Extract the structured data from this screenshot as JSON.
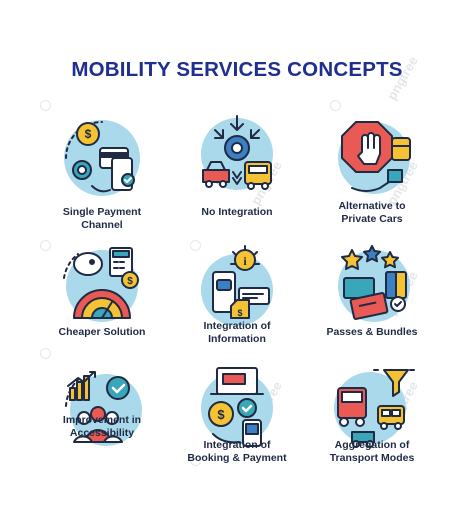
{
  "title": "MOBILITY SERVICES CONCEPTS",
  "watermark": "pngtree",
  "colors": {
    "title": "#1f2f8f",
    "outline": "#1f2a44",
    "circle": "#a9d9ea",
    "yellow": "#f4c232",
    "red": "#ea5a55",
    "teal": "#3aa6b9",
    "blue": "#3c7fc3"
  },
  "concepts": [
    {
      "label_line1": "Single Payment",
      "label_line2": "Channel",
      "icon": "payment-channel-icon"
    },
    {
      "label_line1": "No Integration",
      "label_line2": "",
      "icon": "no-integration-icon"
    },
    {
      "label_line1": "Alternative to",
      "label_line2": "Private Cars",
      "icon": "alternative-cars-icon"
    },
    {
      "label_line1": "Cheaper Solution",
      "label_line2": "",
      "icon": "cheaper-solution-icon"
    },
    {
      "label_line1": "Integration of",
      "label_line2": "Information",
      "icon": "integration-information-icon"
    },
    {
      "label_line1": "Passes & Bundles",
      "label_line2": "",
      "icon": "passes-bundles-icon"
    },
    {
      "label_line1": "Improvement in",
      "label_line2": "Accessibility",
      "icon": "accessibility-icon"
    },
    {
      "label_line1": "Integration of",
      "label_line2": "Booking & Payment",
      "icon": "booking-payment-icon"
    },
    {
      "label_line1": "Aggregation of",
      "label_line2": "Transport Modes",
      "icon": "aggregation-transport-icon"
    }
  ]
}
